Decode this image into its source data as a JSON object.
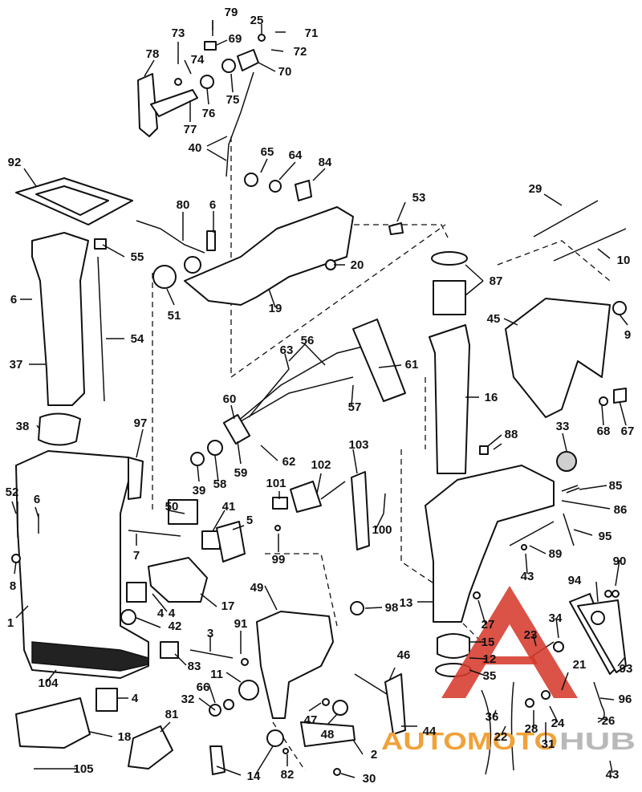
{
  "callouts": [
    "1",
    "2",
    "3",
    "4",
    "5",
    "6",
    "7",
    "8",
    "9",
    "10",
    "11",
    "12",
    "13",
    "14",
    "15",
    "16",
    "17",
    "18",
    "19",
    "20",
    "21",
    "22",
    "23",
    "24",
    "25",
    "26",
    "27",
    "28",
    "29",
    "30",
    "31",
    "32",
    "33",
    "34",
    "35",
    "36",
    "37",
    "38",
    "39",
    "40",
    "41",
    "42",
    "43",
    "44",
    "45",
    "46",
    "47",
    "48",
    "49",
    "50",
    "51",
    "52",
    "53",
    "54",
    "55",
    "56",
    "57",
    "58",
    "59",
    "60",
    "61",
    "62",
    "63",
    "64",
    "65",
    "66",
    "67",
    "68",
    "69",
    "70",
    "71",
    "72",
    "73",
    "74",
    "75",
    "76",
    "77",
    "78",
    "79",
    "80",
    "81",
    "82",
    "83",
    "84",
    "85",
    "86",
    "87",
    "88",
    "89",
    "90",
    "91",
    "92",
    "93",
    "94",
    "95",
    "96",
    "97",
    "98",
    "99",
    "100",
    "101",
    "102",
    "103",
    "104",
    "105"
  ],
  "repeat_callouts": [
    "4",
    "6",
    "43"
  ],
  "watermark": {
    "brand_part1": "AUTOMOTO",
    "brand_part2": "HUB",
    "color_triangle": "#d63a2c",
    "color_text_1": "#f0a23a",
    "color_text_2": "#b9b9b9"
  }
}
